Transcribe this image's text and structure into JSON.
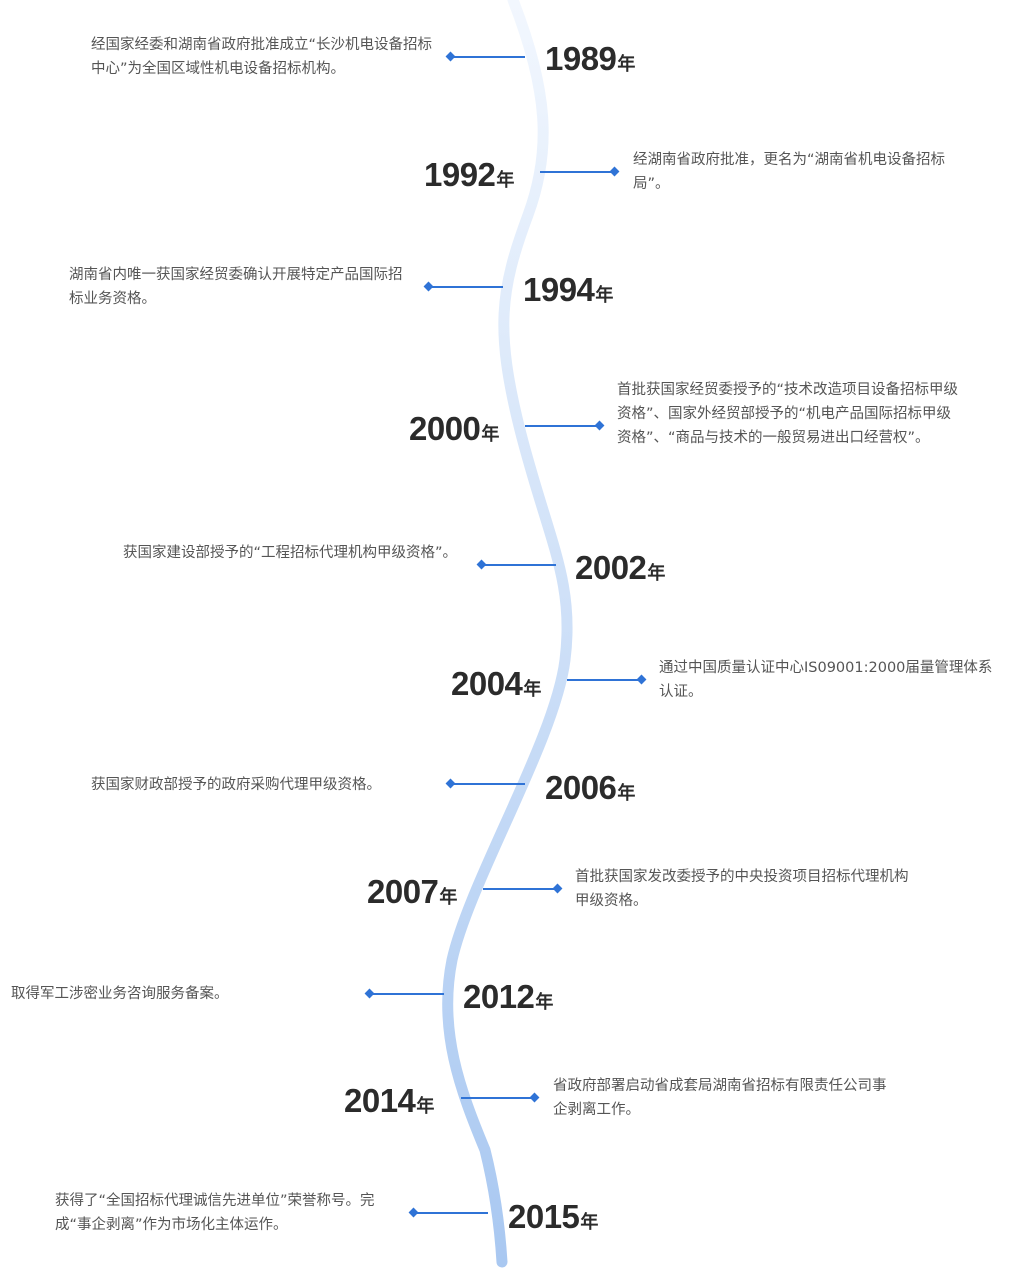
{
  "theme": {
    "accent": "#2f73d6",
    "curve_top": "#f2f7fe",
    "curve_bottom": "#a9c8f1",
    "text": "#555555",
    "year_text": "#2b2b2b"
  },
  "events": [
    {
      "year": "1989",
      "unit": "年",
      "text": "经国家经委和湖南省政府批准成立“长沙机电设备招标中心”为全国区域性机电设备招标机构。"
    },
    {
      "year": "1992",
      "unit": "年",
      "text": "经湖南省政府批准，更名为“湖南省机电设备招标局”。"
    },
    {
      "year": "1994",
      "unit": "年",
      "text": "湖南省内唯一获国家经贸委确认开展特定产品国际招标业务资格。"
    },
    {
      "year": "2000",
      "unit": "年",
      "text": "首批获国家经贸委授予的“技术改造项目设备招标甲级资格”、国家外经贸部授予的“机电产品国际招标甲级资格”、“商品与技术的一般贸易进出口经营权”。"
    },
    {
      "year": "2002",
      "unit": "年",
      "text": "获国家建设部授予的“工程招标代理机构甲级资格”。"
    },
    {
      "year": "2004",
      "unit": "年",
      "text": "通过中国质量认证中心IS09001:2000届量管理体系认证。"
    },
    {
      "year": "2006",
      "unit": "年",
      "text": "获国家财政部授予的政府采购代理甲级资格。"
    },
    {
      "year": "2007",
      "unit": "年",
      "text": "首批获国家发改委授予的中央投资项目招标代理机构甲级资格。"
    },
    {
      "year": "2012",
      "unit": "年",
      "text": "取得军工涉密业务咨询服务备案。"
    },
    {
      "year": "2014",
      "unit": "年",
      "text": "省政府部署启动省成套局湖南省招标有限责任公司事企剥离工作。"
    },
    {
      "year": "2015",
      "unit": "年",
      "text": "获得了“全国招标代理诚信先进单位”荣誉称号。完成“事企剥离”作为市场化主体运作。"
    }
  ]
}
